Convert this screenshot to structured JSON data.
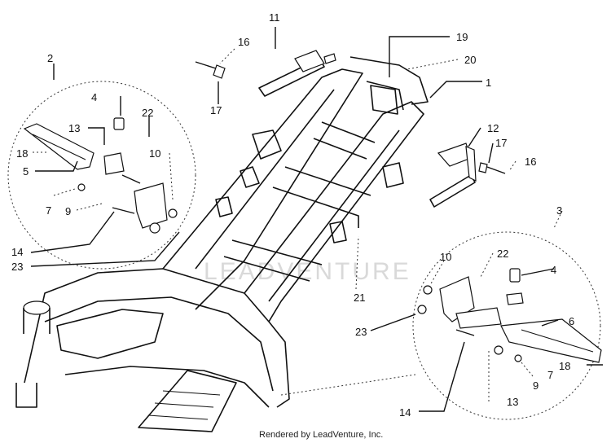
{
  "watermark": "LEADVENTURE",
  "caption": "Rendered by LeadVenture, Inc.",
  "callouts": {
    "c1": "1",
    "c2": "2",
    "c3": "3",
    "c4a": "4",
    "c4b": "4",
    "c5": "5",
    "c6": "6",
    "c7a": "7",
    "c7b": "7",
    "c9a": "9",
    "c9b": "9",
    "c10a": "10",
    "c10b": "10",
    "c11": "11",
    "c12": "12",
    "c13a": "13",
    "c13b": "13",
    "c14a": "14",
    "c14b": "14",
    "c16a": "16",
    "c16b": "16",
    "c17a": "17",
    "c17b": "17",
    "c18a": "18",
    "c18b": "18",
    "c19": "19",
    "c20": "20",
    "c21": "21",
    "c22a": "22",
    "c22b": "22",
    "c23a": "23",
    "c23b": "23"
  }
}
